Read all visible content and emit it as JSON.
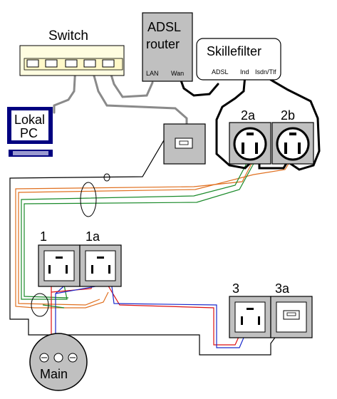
{
  "labels": {
    "switch": "Switch",
    "router_line1": "ADSL",
    "router_line2": "router",
    "router_lan": "LAN",
    "router_wan": "Wan",
    "filter_title": "Skillefilter",
    "filter_adsl": "ADSL",
    "filter_ind": "Ind",
    "filter_isdn": "Isdn/Tlf",
    "pc_line1": "Lokal",
    "pc_line2": "PC",
    "socket_2a": "2a",
    "socket_2b": "2b",
    "socket_1": "1",
    "socket_1a": "1a",
    "socket_3": "3",
    "socket_3a": "3a",
    "main": "Main"
  },
  "colors": {
    "panel": "#c0c0c0",
    "wire_black": "#000000",
    "wire_gray": "#8a8a8a",
    "wire_orange": "#e07020",
    "wire_green": "#1a8a2a",
    "wire_red": "#dd1111",
    "wire_blue": "#1a2acc",
    "screen": "#000080"
  }
}
